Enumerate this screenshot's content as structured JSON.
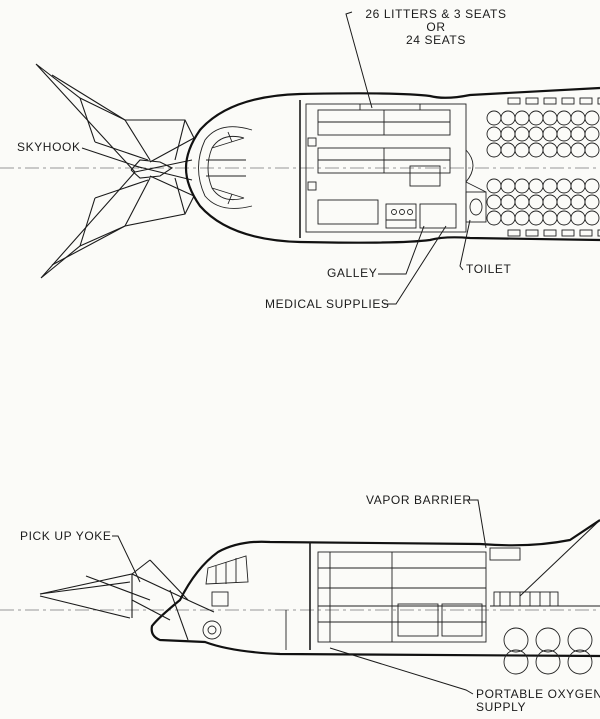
{
  "top_view": {
    "litters_label_1": "26 LITTERS & 3 SEATS",
    "litters_label_or": "OR",
    "litters_label_2": "24 SEATS",
    "skyhook": "SKYHOOK",
    "galley": "GALLEY",
    "toilet": "TOILET",
    "medical_supplies": "MEDICAL SUPPLIES"
  },
  "side_view": {
    "vapor_barrier": "VAPOR BARRIER",
    "pick_up_yoke": "PICK UP YOKE",
    "portable_oxygen_1": "PORTABLE OXYGEN",
    "portable_oxygen_2": "SUPPLY"
  }
}
